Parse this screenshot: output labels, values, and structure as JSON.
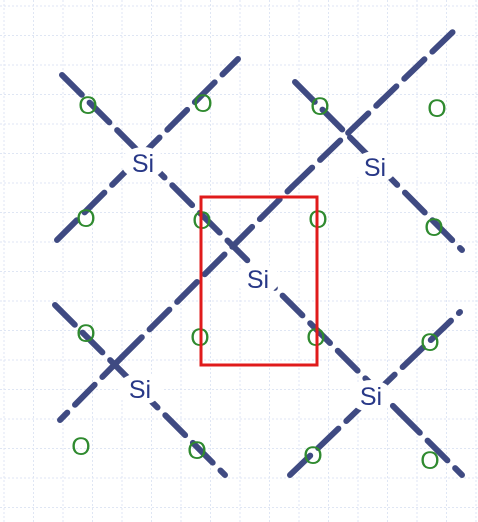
{
  "diagram": {
    "colors": {
      "background": "#ffffff",
      "grid": "#dfe6f4",
      "bond": "#3f4a82",
      "si_text": "#283887",
      "o_text": "#2f8a2f",
      "highlight": "#e01b1b"
    },
    "si_label": "Si",
    "o_label": "O",
    "atoms": [
      {
        "name": "si-top-left",
        "label": "Si"
      },
      {
        "name": "si-top-right",
        "label": "Si"
      },
      {
        "name": "si-center",
        "label": "Si"
      },
      {
        "name": "si-bottom-left",
        "label": "Si"
      },
      {
        "name": "si-bottom-right",
        "label": "Si"
      }
    ],
    "oxygen_count": 16,
    "highlight_box": "unit-cell"
  }
}
